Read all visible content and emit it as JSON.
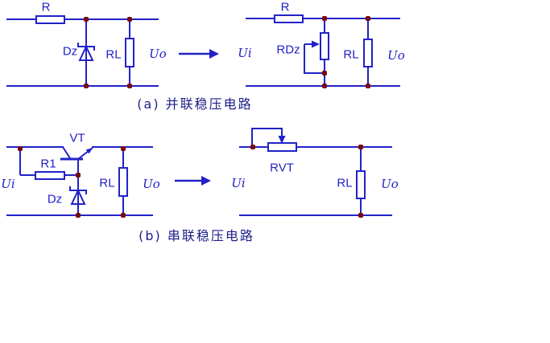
{
  "colors": {
    "wire_blue": "#2222c8",
    "junction_node": "#7a0a0a",
    "caption_navy": "#1d1d8a",
    "background": "#ffffff"
  },
  "captions": {
    "a": "(a) 并联稳压电路",
    "b": "(b) 串联稳压电路"
  },
  "labels": {
    "a_left": {
      "r": "R",
      "dz": "Dz",
      "rl": "RL",
      "uo": "Uo"
    },
    "a_right": {
      "ui": "Ui",
      "r": "R",
      "rdz": "RDz",
      "rl": "RL",
      "uo": "Uo"
    },
    "b_left": {
      "ui": "Ui",
      "r1": "R1",
      "vt": "VT",
      "dz": "Dz",
      "rl": "RL",
      "uo": "Uo"
    },
    "b_right": {
      "ui": "Ui",
      "rvt": "RVT",
      "rl": "RL",
      "uo": "Uo"
    }
  },
  "icons": {
    "zener_diode": "zener-diode-icon",
    "npn_transistor": "npn-transistor-icon",
    "wiper_arrow": "wiper-arrow-icon",
    "transform_arrow": "arrow-right-icon"
  }
}
